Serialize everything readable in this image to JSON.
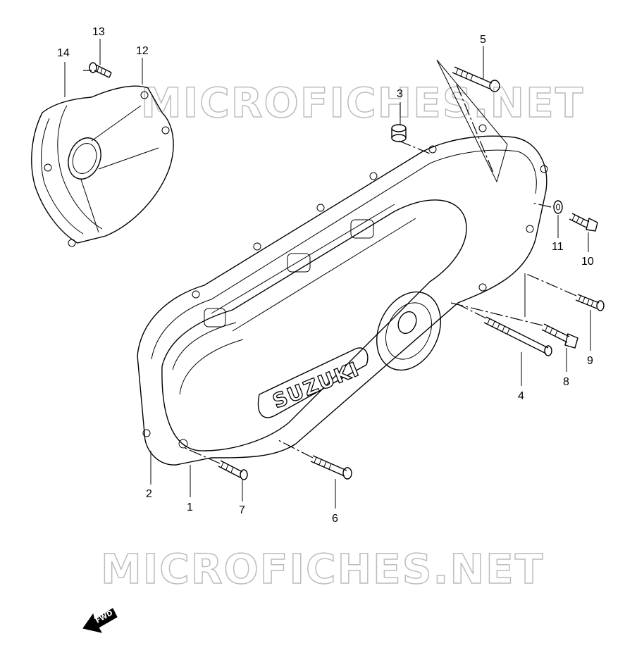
{
  "watermarks": [
    "MICROFICHES.NET",
    "MICROFICHES.NET"
  ],
  "brand_label": "SUZUKI",
  "direction_label": "FWD",
  "parts": [
    {
      "id": "p1",
      "label": "1"
    },
    {
      "id": "p2",
      "label": "2"
    },
    {
      "id": "p3",
      "label": "3"
    },
    {
      "id": "p4",
      "label": "4"
    },
    {
      "id": "p5",
      "label": "5"
    },
    {
      "id": "p6",
      "label": "6"
    },
    {
      "id": "p7",
      "label": "7"
    },
    {
      "id": "p8",
      "label": "8"
    },
    {
      "id": "p9",
      "label": "9"
    },
    {
      "id": "p10",
      "label": "10"
    },
    {
      "id": "p11",
      "label": "11"
    },
    {
      "id": "p12",
      "label": "12"
    },
    {
      "id": "p13",
      "label": "13"
    },
    {
      "id": "p14",
      "label": "14"
    }
  ]
}
